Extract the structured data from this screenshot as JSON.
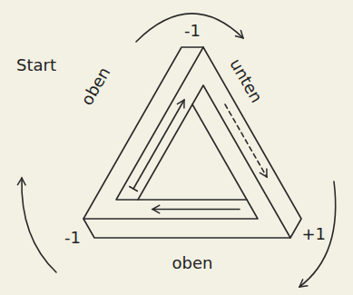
{
  "diagram": {
    "labels": [
      "-1",
      "Start",
      "oben",
      "unten",
      "-1",
      "+1",
      "oben"
    ]
  }
}
